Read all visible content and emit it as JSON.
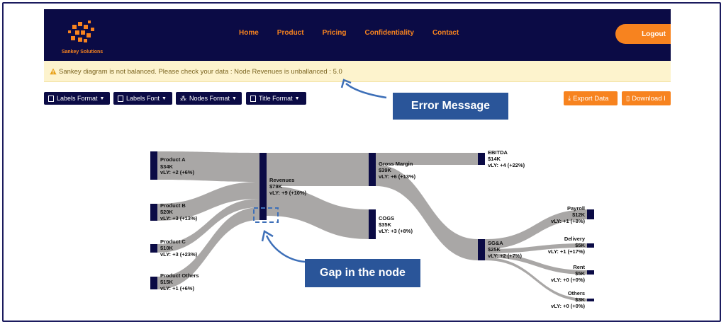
{
  "brand": {
    "name": "Sankey Solutions"
  },
  "nav": {
    "links": [
      "Home",
      "Product",
      "Pricing",
      "Confidentiality",
      "Contact"
    ],
    "logout": "Logout"
  },
  "alert": {
    "icon": "warning-icon",
    "message": "Sankey diagram is not balanced. Please check your data : Node Revenues is unballanced : 5.0"
  },
  "toolbar": {
    "labels_format": "Labels Format",
    "labels_font": "Labels Font",
    "nodes_format": "Nodes Format",
    "title_format": "Title Format",
    "export_data": "Export Data",
    "download": "Download I"
  },
  "callouts": {
    "error": "Error Message",
    "gap": "Gap in the node"
  },
  "sankey": {
    "nodes": [
      {
        "name": "Product A",
        "value": "$34K",
        "vly": "vLY: +2 (+6%)"
      },
      {
        "name": "Product B",
        "value": "$20K",
        "vly": "vLY: +3 (+13%)"
      },
      {
        "name": "Product C",
        "value": "$10K",
        "vly": "vLY: +3 (+23%)"
      },
      {
        "name": "Product Others",
        "value": "$15K",
        "vly": "vLY: +1 (+6%)"
      },
      {
        "name": "Revenues",
        "value": "$79K",
        "vly": "vLY: +9 (+10%)"
      },
      {
        "name": "Gross Margin",
        "value": "$39K",
        "vly": "vLY: +6 (+13%)"
      },
      {
        "name": "COGS",
        "value": "$35K",
        "vly": "vLY: +3 (+8%)"
      },
      {
        "name": "EBITDA",
        "value": "$14K",
        "vly": "vLY: +4 (+22%)"
      },
      {
        "name": "SG&A",
        "value": "$25K",
        "vly": "vLY: +2 (+7%)"
      },
      {
        "name": "Payroll",
        "value": "$12K",
        "vly": "vLY: +1 (+8%)"
      },
      {
        "name": "Delivery",
        "value": "$5K",
        "vly": "vLY: +1 (+17%)"
      },
      {
        "name": "Rent",
        "value": "$5K",
        "vly": "vLY: +0 (+0%)"
      },
      {
        "name": "Others",
        "value": "$3K",
        "vly": "vLY: +0 (+0%)"
      }
    ]
  },
  "colors": {
    "navy": "#0b0b45",
    "orange": "#f7831f",
    "link": "#a9a7a6",
    "callout": "#2a5599"
  }
}
